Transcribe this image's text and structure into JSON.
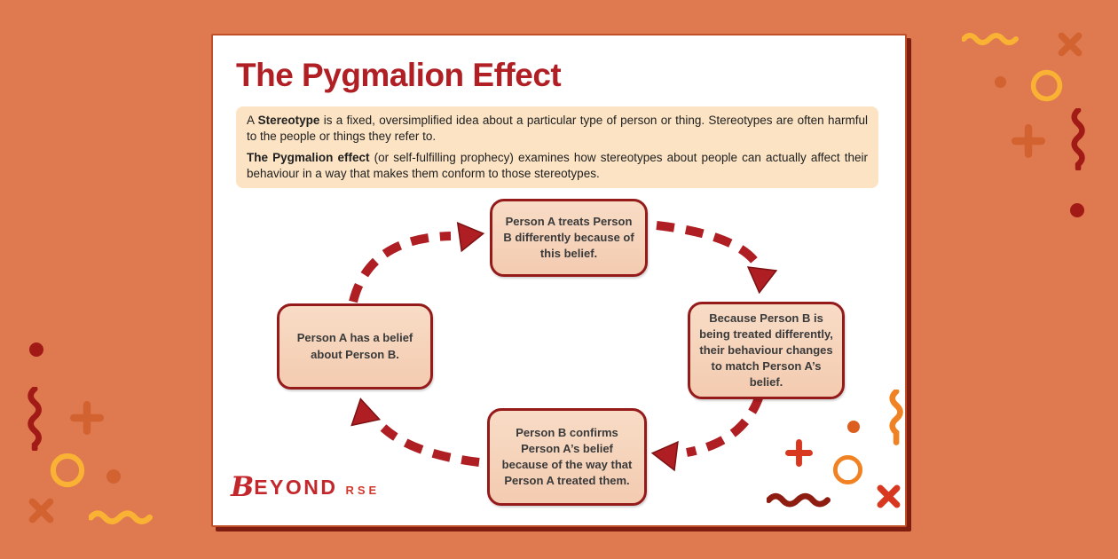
{
  "title": "The Pygmalion Effect",
  "intro": {
    "p1": {
      "pre": "A ",
      "bold": "Stereotype",
      "post": " is a fixed, oversimplified idea about a particular type of person or thing. Stereotypes are often harmful to the people or things they refer to."
    },
    "p2": {
      "bold": "The Pygmalion effect",
      "post": " (or self-fulfilling prophecy) examines how stereotypes about people can actually affect their behaviour in a way that makes them conform to those stereotypes."
    }
  },
  "cycle": {
    "direction": "clockwise",
    "boxes": [
      {
        "position": "top",
        "text": "Person A treats Person B differently because of this belief."
      },
      {
        "position": "right",
        "text": "Because Person B is being treated differently, their behaviour changes to match Person A’s belief."
      },
      {
        "position": "bottom",
        "text": "Person B confirms Person A’s belief because of the way that Person A treated them."
      },
      {
        "position": "left",
        "text": "Person A has a belief about Person B."
      }
    ]
  },
  "logo": {
    "b": "B",
    "rest": "EYOND",
    "suffix": "RSE"
  },
  "decorations": [
    "wavy-line",
    "cross",
    "dot",
    "ring",
    "plus-sign",
    "vertical-squiggle"
  ],
  "colors": {
    "bg": "#DF7A50",
    "card_border": "#C04E26",
    "card_shadow": "#7E1D10",
    "title_red": "#B01F24",
    "accent_red": "#AE1E23",
    "intro_bg": "#FBE3C4",
    "box_border": "#951B1B",
    "box_text": "#3A3A3A",
    "amber": "#F9B233",
    "orange": "#D2622F",
    "deco_red": "#A11A15",
    "bright_orange": "#F08223",
    "maroon": "#8E1C10",
    "logo_red": "#C3272B"
  }
}
